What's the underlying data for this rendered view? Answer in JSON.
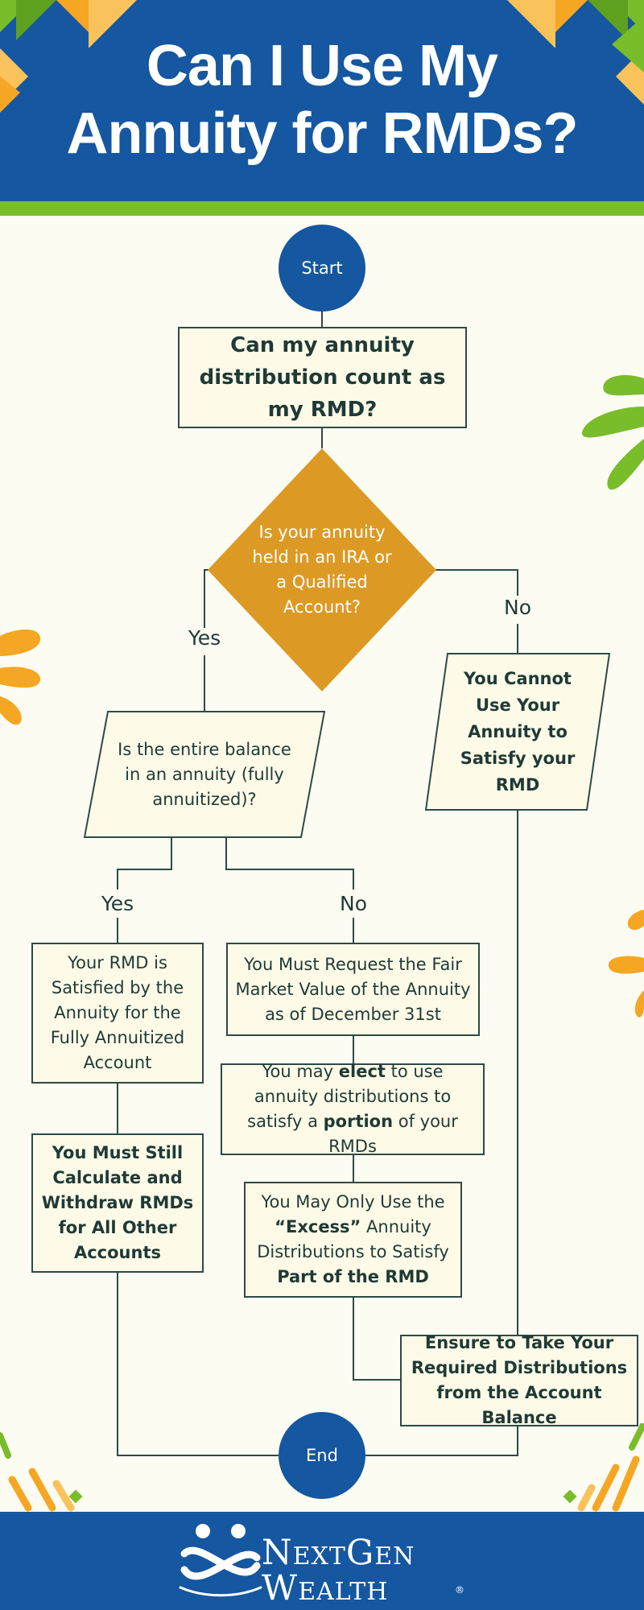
{
  "header": {
    "title_line1": "Can I Use My",
    "title_line2": "Annuity for RMDs?"
  },
  "flow": {
    "start": "Start",
    "end": "End",
    "q1": "Can my annuity distribution count as my RMD?",
    "d1": "Is your annuity held in an IRA or a Qualified Account?",
    "yes1": "Yes",
    "no1": "No",
    "cannot": {
      "pre": "You ",
      "bold": "Cannot",
      "post": " Use Your Annuity to Satisfy your RMD"
    },
    "q2": "Is the entire balance in an annuity (fully annuitized)?",
    "yes2": "Yes",
    "no2": "No",
    "satisfied": "Your RMD is Satisfied by the Annuity for the Fully Annuitized Account",
    "must_calc": "You Must Still Calculate and Withdraw RMDs for All Other Accounts",
    "fmv": "You Must Request the Fair Market Value of the Annuity as of December 31st",
    "elect": {
      "a": "You may ",
      "b": "elect",
      "c": " to use annuity distributions to satisfy a ",
      "d": "portion",
      "e": " of your RMDs"
    },
    "excess": {
      "a": "You May Only Use the ",
      "b": "“Excess”",
      "c": " Annuity Distributions to Satisfy ",
      "d": "Part of the RMD"
    },
    "ensure": "Ensure to Take Your Required Distributions from the Account Balance"
  },
  "footer": {
    "brand_line1": "NextGen",
    "brand_line2": "Wealth",
    "registered": "®"
  },
  "colors": {
    "blue": "#1557a0",
    "green": "#79bd2a",
    "orange": "#dc9a25",
    "yellow": "#f5a623",
    "cream": "#fdfbe8",
    "line": "#2d4a45"
  }
}
